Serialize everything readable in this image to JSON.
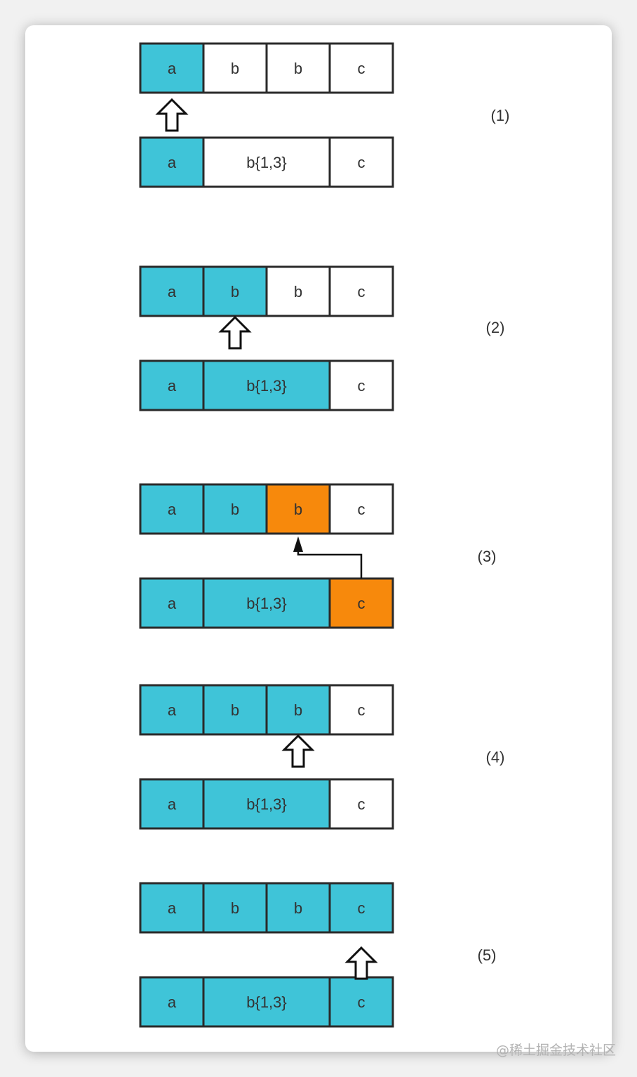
{
  "colors": {
    "matched": "#3fc4d8",
    "empty": "#ffffff",
    "backtrack": "#f7890c",
    "border": "#2a2a2a",
    "text": "#333333"
  },
  "steps": [
    {
      "label": "(1)",
      "input": [
        {
          "t": "a",
          "s": "matched"
        },
        {
          "t": "b",
          "s": "empty"
        },
        {
          "t": "b",
          "s": "empty"
        },
        {
          "t": "c",
          "s": "empty"
        }
      ],
      "pattern": [
        {
          "t": "a",
          "s": "matched"
        },
        {
          "t": "b{1,3}",
          "s": "empty"
        },
        {
          "t": "c",
          "s": "empty"
        }
      ],
      "pointer": {
        "kind": "up-arrow",
        "index": 0
      }
    },
    {
      "label": "(2)",
      "input": [
        {
          "t": "a",
          "s": "matched"
        },
        {
          "t": "b",
          "s": "matched"
        },
        {
          "t": "b",
          "s": "empty"
        },
        {
          "t": "c",
          "s": "empty"
        }
      ],
      "pattern": [
        {
          "t": "a",
          "s": "matched"
        },
        {
          "t": "b{1,3}",
          "s": "matched"
        },
        {
          "t": "c",
          "s": "empty"
        }
      ],
      "pointer": {
        "kind": "up-arrow",
        "index": 1
      }
    },
    {
      "label": "(3)",
      "input": [
        {
          "t": "a",
          "s": "matched"
        },
        {
          "t": "b",
          "s": "matched"
        },
        {
          "t": "b",
          "s": "backtrack"
        },
        {
          "t": "c",
          "s": "empty"
        }
      ],
      "pattern": [
        {
          "t": "a",
          "s": "matched"
        },
        {
          "t": "b{1,3}",
          "s": "matched"
        },
        {
          "t": "c",
          "s": "backtrack"
        }
      ],
      "pointer": {
        "kind": "elbow-arrow",
        "from": 2,
        "to": 2
      }
    },
    {
      "label": "(4)",
      "input": [
        {
          "t": "a",
          "s": "matched"
        },
        {
          "t": "b",
          "s": "matched"
        },
        {
          "t": "b",
          "s": "matched"
        },
        {
          "t": "c",
          "s": "empty"
        }
      ],
      "pattern": [
        {
          "t": "a",
          "s": "matched"
        },
        {
          "t": "b{1,3}",
          "s": "matched"
        },
        {
          "t": "c",
          "s": "empty"
        }
      ],
      "pointer": {
        "kind": "up-arrow",
        "index": 2
      }
    },
    {
      "label": "(5)",
      "input": [
        {
          "t": "a",
          "s": "matched"
        },
        {
          "t": "b",
          "s": "matched"
        },
        {
          "t": "b",
          "s": "matched"
        },
        {
          "t": "c",
          "s": "matched"
        }
      ],
      "pattern": [
        {
          "t": "a",
          "s": "matched"
        },
        {
          "t": "b{1,3}",
          "s": "matched"
        },
        {
          "t": "c",
          "s": "matched"
        }
      ],
      "pointer": {
        "kind": "up-arrow",
        "index": 3
      }
    }
  ],
  "watermark": "@稀土掘金技术社区"
}
